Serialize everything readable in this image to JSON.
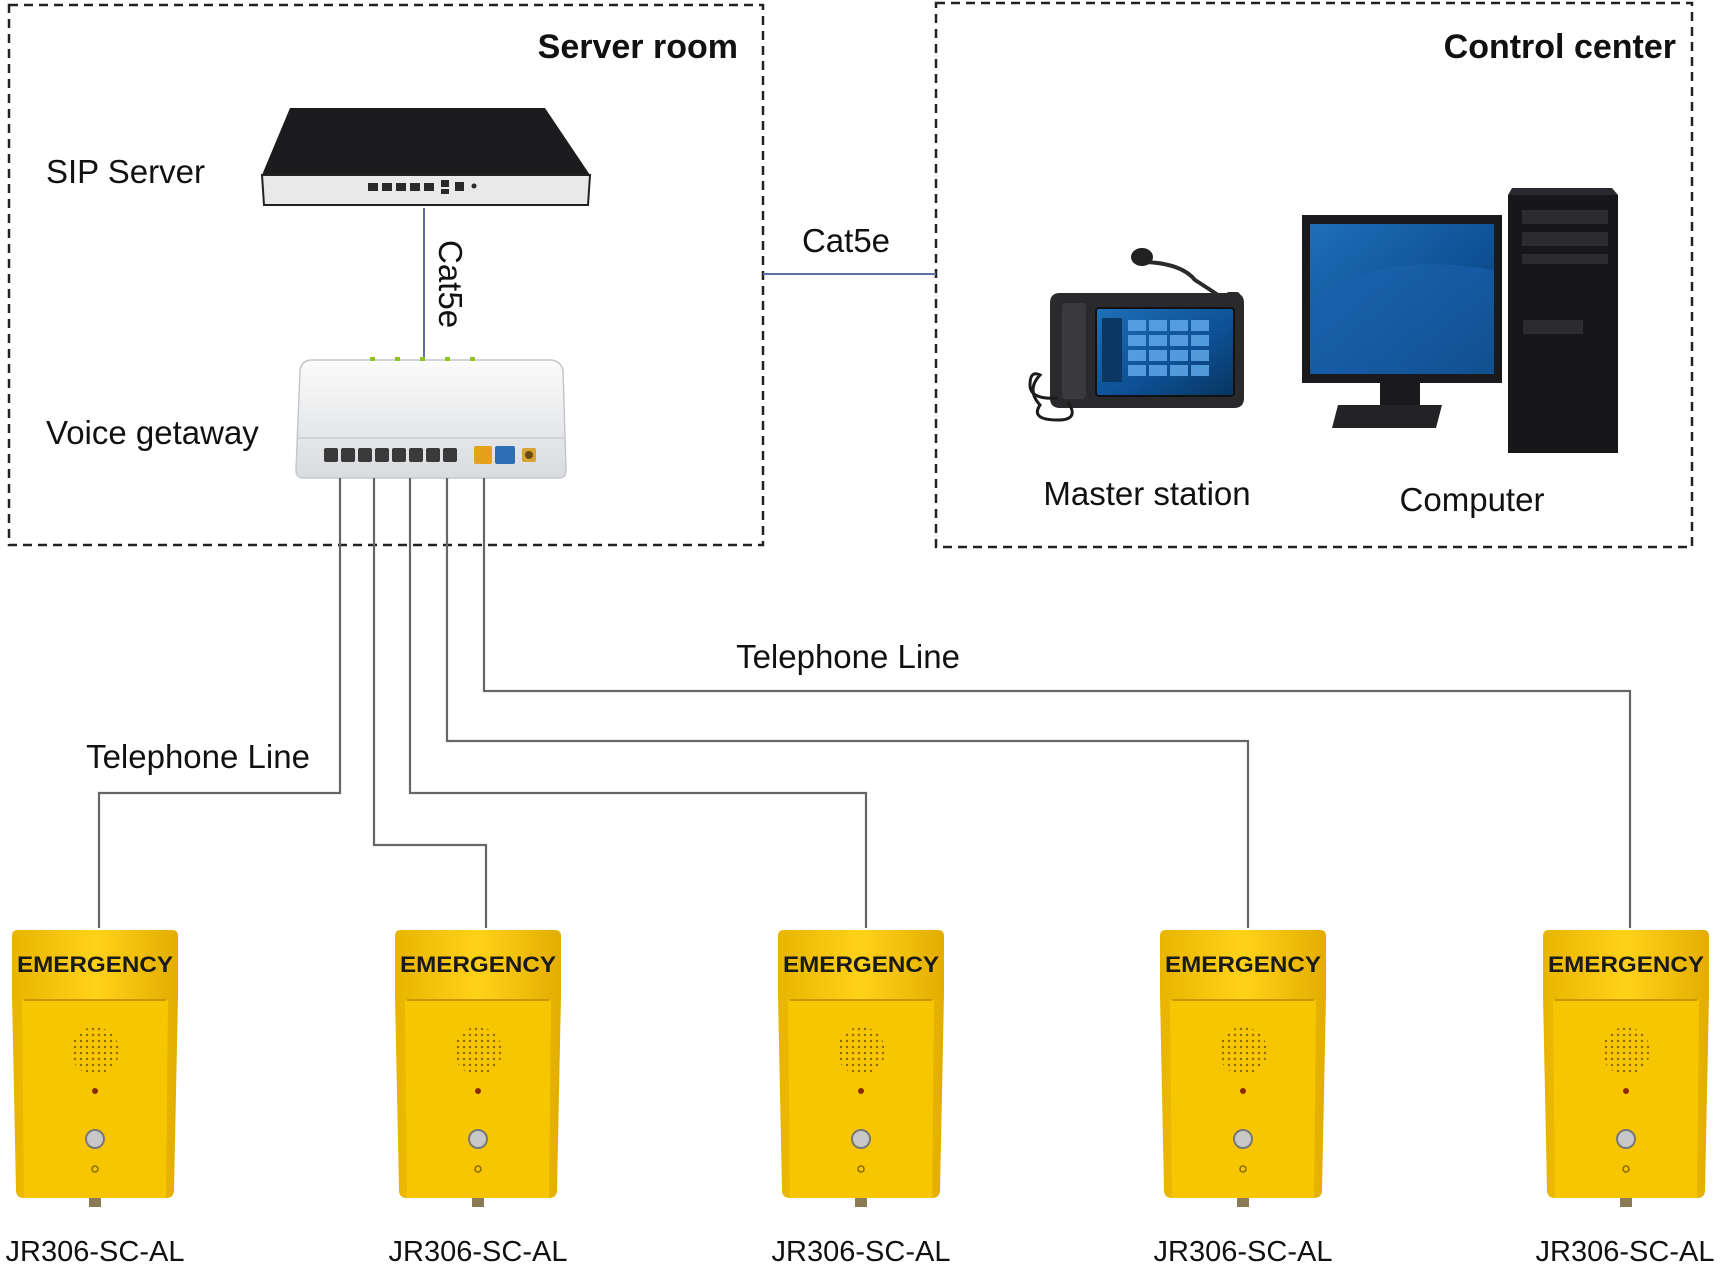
{
  "zones": {
    "server_room": "Server room",
    "control_center": "Control center"
  },
  "devices": {
    "sip_server": "SIP Server",
    "voice_gateway": "Voice getaway",
    "master_station": "Master station",
    "computer": "Computer"
  },
  "links": {
    "sip_to_gateway": "Cat5e",
    "server_to_control": "Cat5e",
    "telephone_upper": "Telephone Line",
    "telephone_lower": "Telephone Line"
  },
  "emergency_phones": [
    {
      "panel_text": "EMERGENCY",
      "model": "JR306-SC-AL"
    },
    {
      "panel_text": "EMERGENCY",
      "model": "JR306-SC-AL"
    },
    {
      "panel_text": "EMERGENCY",
      "model": "JR306-SC-AL"
    },
    {
      "panel_text": "EMERGENCY",
      "model": "JR306-SC-AL"
    },
    {
      "panel_text": "EMERGENCY",
      "model": "JR306-SC-AL"
    }
  ],
  "colors": {
    "network_cable": "#5b6fa8",
    "telephone_line": "#666666",
    "zone_border": "#222222",
    "phone_body": "#f5c400"
  }
}
